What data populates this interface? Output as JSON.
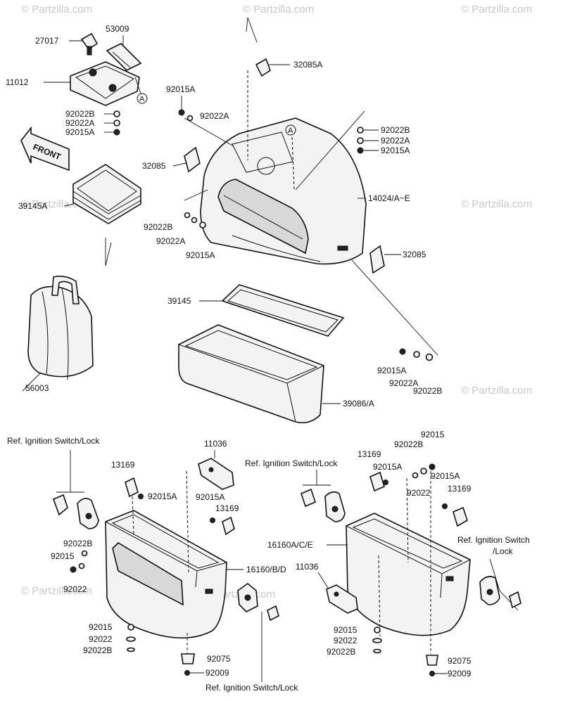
{
  "watermark": "© Partzilla.com",
  "labels": {
    "p27017": "27017",
    "p53009": "53009",
    "p11012": "11012",
    "p32085A": "32085A",
    "p92015A_a": "92015A",
    "p92022A_a": "92022A",
    "p92022B_l": "92022B",
    "p92022A_l": "92022A",
    "p92015A_l": "92015A",
    "front": "FRONT",
    "p92022B_r": "92022B",
    "p92022A_r": "92022A",
    "p92015A_r": "92015A",
    "p32085_a": "32085",
    "p14024": "14024/A~E",
    "p39145A": "39145A",
    "p92022B_m": "92022B",
    "p92022A_m": "92022A",
    "p92015A_m": "92015A",
    "p32085_b": "32085",
    "p39145": "39145",
    "p56003": "56003",
    "p92015A_rb": "92015A",
    "p92022A_rb": "92022A",
    "p92022B_rb": "92022B",
    "p39086": "39086/A",
    "ref_ign_1": "Ref. Ignition Switch/Lock",
    "p13169_l": "13169",
    "p11036_l": "11036",
    "p92015A_ll": "92015A",
    "p92015A_lr": "92015A",
    "p13169_lr": "13169",
    "p92022B_ll": "92022B",
    "p92015_ll": "92015",
    "p92022_ll": "92022",
    "p16160BD": "16160/B/D",
    "p92015_lb": "92015",
    "p92022_lb": "92022",
    "p92022B_lb": "92022B",
    "p92075_l": "92075",
    "p92009_l": "92009",
    "ref_ign_bottom": "Ref. Ignition Switch/Lock",
    "ref_ign_2": "Ref. Ignition Switch/Lock",
    "p13169_r": "13169",
    "p92015A_r1": "92015A",
    "p92022B_r2": "92022B",
    "p92015_r": "92015",
    "p92015A_r3": "92015A",
    "p92022_r": "92022",
    "p13169_r2": "13169",
    "p16160ACE": "16160A/C/E",
    "ref_ign_3a": "Ref. Ignition Switch",
    "ref_ign_3b": "/Lock",
    "p11036_r": "11036",
    "p92015_rb": "92015",
    "p92022_rb": "92022",
    "p92022B_rbb": "92022B",
    "p92075_r": "92075",
    "p92009_r": "92009",
    "circleA": "A"
  }
}
